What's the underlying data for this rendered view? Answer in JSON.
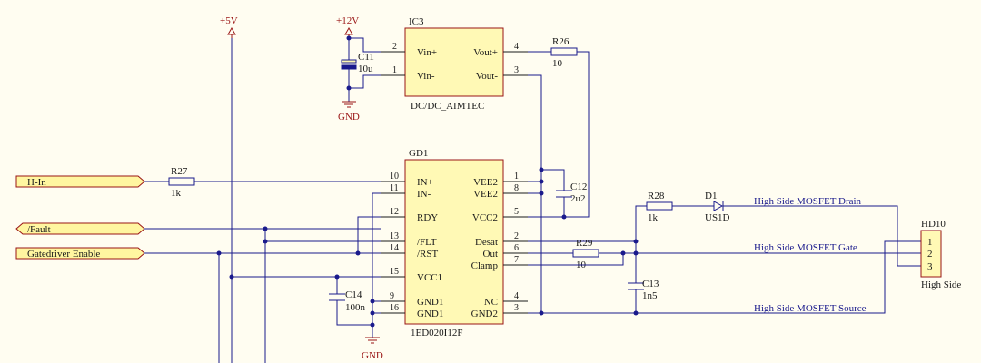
{
  "power": {
    "v5": "+5V",
    "v12": "+12V",
    "gnd_top": "GND",
    "gnd_bottom": "GND"
  },
  "ports": {
    "h_in": "H-In",
    "fault": "/Fault",
    "enable": "Gatedriver Enable"
  },
  "ic3": {
    "ref": "IC3",
    "value": "DC/DC_AIMTEC",
    "pins": [
      {
        "name": "Vin+",
        "num": "2"
      },
      {
        "name": "Vin-",
        "num": "1"
      },
      {
        "name": "Vout+",
        "num": "4"
      },
      {
        "name": "Vout-",
        "num": "3"
      }
    ]
  },
  "gd1": {
    "ref": "GD1",
    "value": "1ED020I12F",
    "left_pins": [
      {
        "name": "IN+",
        "num": "10"
      },
      {
        "name": "IN-",
        "num": "11"
      },
      {
        "name": "RDY",
        "num": "12"
      },
      {
        "name": "/FLT",
        "num": "13"
      },
      {
        "name": "/RST",
        "num": "14"
      },
      {
        "name": "VCC1",
        "num": "15"
      },
      {
        "name": "GND1",
        "num": "9"
      },
      {
        "name": "GND1",
        "num": "16"
      }
    ],
    "right_pins": [
      {
        "name": "VEE2",
        "num": "1"
      },
      {
        "name": "VEE2",
        "num": "8"
      },
      {
        "name": "VCC2",
        "num": "5"
      },
      {
        "name": "Desat",
        "num": "2"
      },
      {
        "name": "Out",
        "num": "6"
      },
      {
        "name": "Clamp",
        "num": "7"
      },
      {
        "name": "NC",
        "num": "4"
      },
      {
        "name": "GND2",
        "num": "3"
      }
    ]
  },
  "components": {
    "c11": {
      "ref": "C11",
      "value": "10u"
    },
    "r26": {
      "ref": "R26",
      "value": "10"
    },
    "r27": {
      "ref": "R27",
      "value": "1k"
    },
    "c12": {
      "ref": "C12",
      "value": "2u2"
    },
    "c14": {
      "ref": "C14",
      "value": "100n"
    },
    "r28": {
      "ref": "R28",
      "value": "1k"
    },
    "d1": {
      "ref": "D1",
      "value": "US1D"
    },
    "r29": {
      "ref": "R29",
      "value": "10"
    },
    "c13": {
      "ref": "C13",
      "value": "1n5"
    }
  },
  "nets": {
    "drain": "High Side MOSFET Drain",
    "gate": "High Side MOSFET Gate",
    "source": "High Side MOSFET Source"
  },
  "hd10": {
    "ref": "HD10",
    "value": "High Side",
    "pins": [
      "1",
      "2",
      "3"
    ]
  }
}
